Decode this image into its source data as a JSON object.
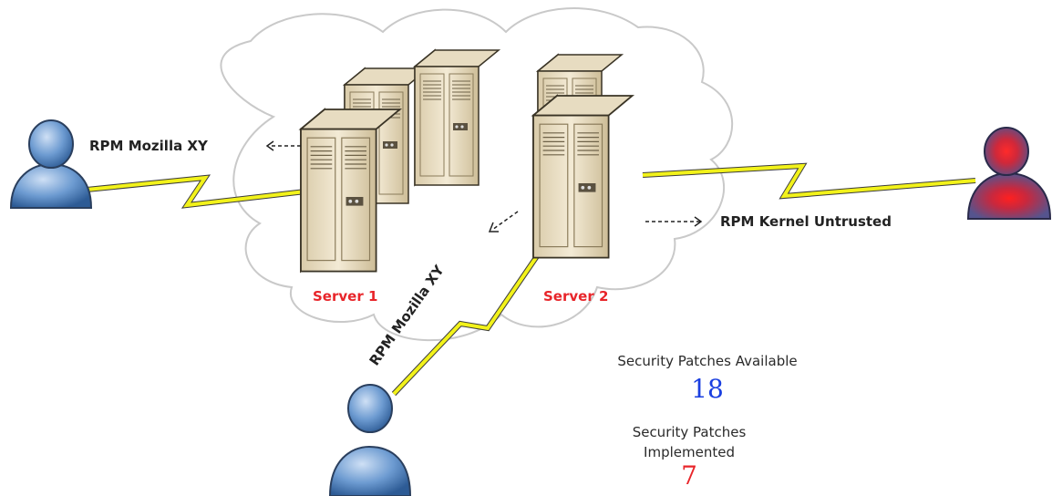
{
  "servers": {
    "server1_label": "Server 1",
    "server2_label": "Server 2"
  },
  "links": {
    "left_user_label": "RPM Mozilla XY",
    "bottom_user_label": "RPM Mozilla XY",
    "right_user_label": "RPM Kernel Untrusted"
  },
  "stats": {
    "available_label": "Security Patches Available",
    "available_value": "18",
    "implemented_label_line1": "Security Patches",
    "implemented_label_line2": "Implemented",
    "implemented_value": "7"
  },
  "colors": {
    "cloud_stroke": "#c9c9c9",
    "lightning": "#f2f21a",
    "server_body": "#efe3c8",
    "user_normal": "#6d9bd1",
    "user_untrusted": "#9b3b6b",
    "accent_red": "#e8252a",
    "available_blue": "#1a3fe0"
  },
  "icons": [
    "cloud-icon",
    "server-icon",
    "user-icon",
    "untrusted-user-icon",
    "lightning-link-icon",
    "arrow-icon"
  ]
}
